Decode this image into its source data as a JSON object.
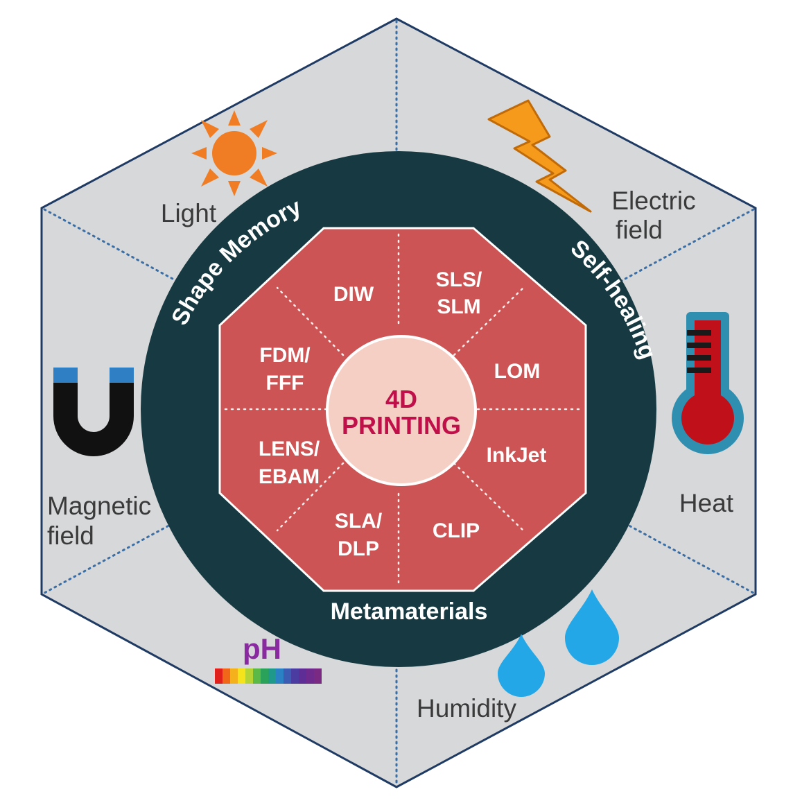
{
  "colors": {
    "hex_fill": "#d7d8da",
    "hex_border": "#1f3b63",
    "divider": "#3a6ea5",
    "ring": "#173a42",
    "octagon": "#cc5454",
    "center_fill": "#f6cfc4",
    "center_text": "#c0104a",
    "ph_text": "#8a2aa0",
    "sun": "#f07d24",
    "bolt": "#f59a1a",
    "thermo_outer": "#2e8fb0",
    "thermo_inner": "#c0111a",
    "drop": "#23a7e6",
    "magnet": "#111111",
    "magnet_tip": "#2f7fc4"
  },
  "center": {
    "line1": "4D",
    "line2": "PRINTING"
  },
  "ring_labels": {
    "shape_memory": "Shape Memory",
    "self_healing": "Self-healing",
    "metamaterials": "Metamaterials"
  },
  "techniques": {
    "diw": [
      "DIW"
    ],
    "sls": [
      "SLS/",
      "SLM"
    ],
    "lom": [
      "LOM"
    ],
    "inkjet": [
      "InkJet"
    ],
    "clip": [
      "CLIP"
    ],
    "sla": [
      "SLA/",
      "DLP"
    ],
    "lens": [
      "LENS/",
      "EBAM"
    ],
    "fdm": [
      "FDM/",
      "FFF"
    ]
  },
  "stimuli": {
    "light": [
      "Light"
    ],
    "electric": [
      "Electric",
      "field"
    ],
    "heat": [
      "Heat"
    ],
    "humidity": [
      "Humidity"
    ],
    "ph": [
      "pH"
    ],
    "magnetic": [
      "Magnetic",
      "field"
    ]
  },
  "icons": {
    "light": "sun-icon",
    "electric": "lightning-bolt-icon",
    "heat": "thermometer-icon",
    "humidity": "water-drops-icon",
    "ph": "ph-spectrum-icon",
    "magnetic": "magnet-icon"
  }
}
